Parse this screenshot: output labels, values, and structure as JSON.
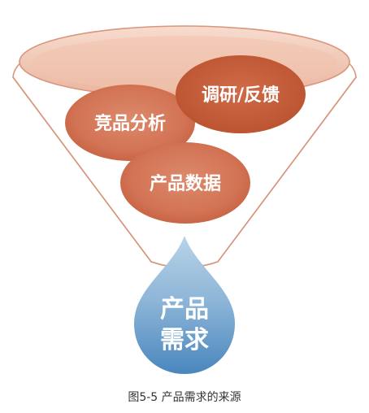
{
  "diagram": {
    "bubbles": [
      {
        "label": "竞品分析"
      },
      {
        "label": "调研/反馈"
      },
      {
        "label": "产品数据"
      }
    ],
    "drop": {
      "line1": "产品",
      "line2": "需求"
    },
    "caption": "图5-5 产品需求的来源",
    "colors": {
      "funnel_rim": "#f2c7b4",
      "funnel_outline": "#d8967c",
      "bubble_fill": "#d4775a",
      "bubble_dark": "#c25d3d",
      "drop_top": "#a9c9e2",
      "drop_bottom": "#4a86bd"
    }
  }
}
